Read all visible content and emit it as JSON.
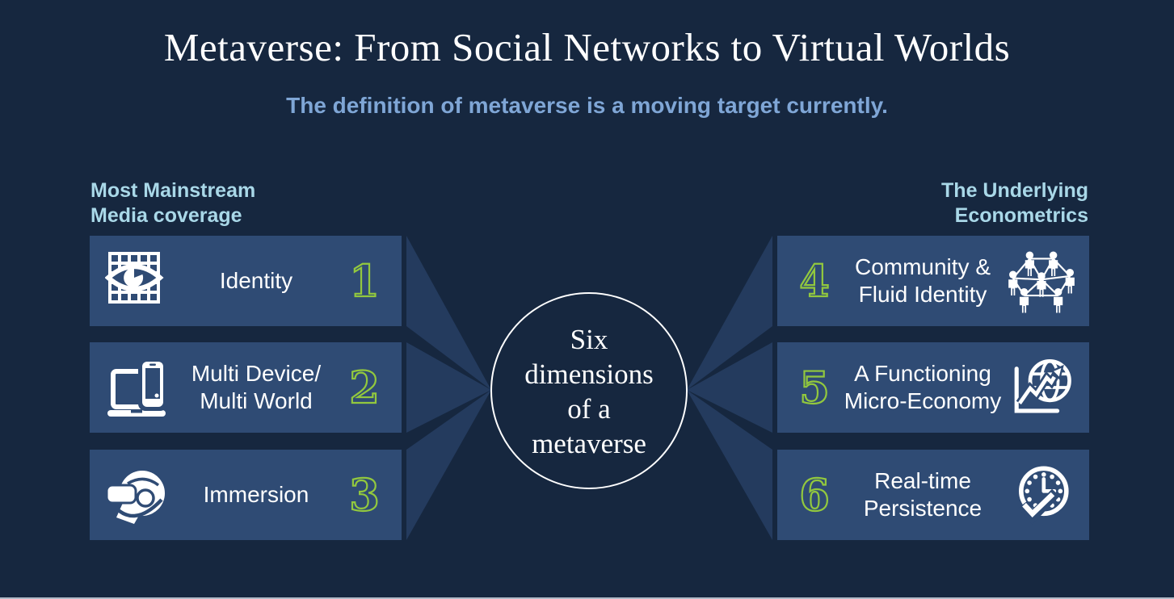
{
  "title": "Metaverse: From Social Networks to Virtual Worlds",
  "subtitle": "The definition of metaverse is a moving target currently.",
  "center_circle": {
    "lines": [
      "Six",
      "dimensions",
      "of a",
      "metaverse"
    ]
  },
  "left_panel": {
    "header_lines": [
      "Most Mainstream",
      "Media coverage"
    ],
    "items": [
      {
        "number": "1",
        "label_lines": [
          "Identity"
        ],
        "icon": "eye-grid-icon"
      },
      {
        "number": "2",
        "label_lines": [
          "Multi Device/",
          "Multi World"
        ],
        "icon": "laptop-phone-icon"
      },
      {
        "number": "3",
        "label_lines": [
          "Immersion"
        ],
        "icon": "vr-headset-icon"
      }
    ]
  },
  "right_panel": {
    "header_lines": [
      "The Underlying",
      "Econometrics"
    ],
    "items": [
      {
        "number": "4",
        "label_lines": [
          "Community &",
          "Fluid Identity"
        ],
        "icon": "community-network-icon"
      },
      {
        "number": "5",
        "label_lines": [
          "A Functioning",
          "Micro-Economy"
        ],
        "icon": "globe-chart-icon"
      },
      {
        "number": "6",
        "label_lines": [
          "Real-time",
          "Persistence"
        ],
        "icon": "clock-check-icon"
      }
    ]
  },
  "colors": {
    "background": "#16273F",
    "card_blue": "#2F4B74",
    "wedge_blue": "#243B5E",
    "header_cyan": "#A9D8E8",
    "subtitle_blue": "#7FA6D6",
    "number_green": "#92C83E",
    "text_white": "#FFFFFF"
  }
}
